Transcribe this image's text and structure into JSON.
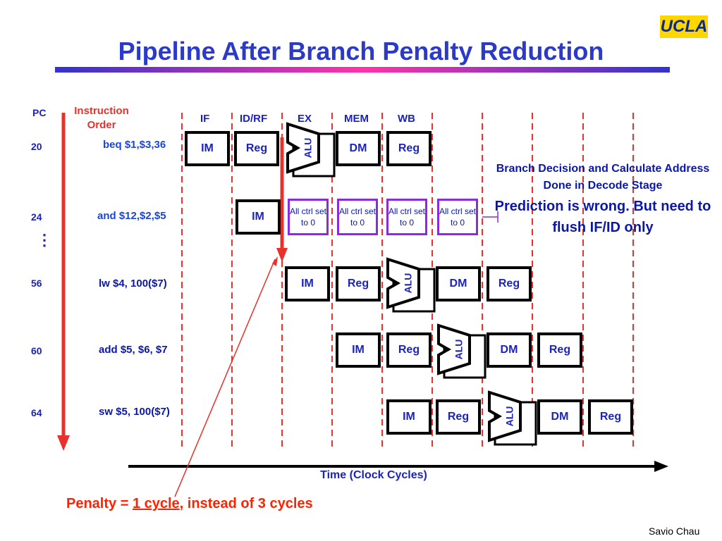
{
  "title": "Pipeline After Branch Penalty Reduction",
  "logo": "UCLA",
  "author": "Savio Chau",
  "pc_label": "PC",
  "instruction_order_label": "Instruction Order",
  "stages": [
    "IF",
    "ID/RF",
    "EX",
    "MEM",
    "WB"
  ],
  "rows": [
    {
      "pc": "20",
      "instr": "beq $1,$3,36"
    },
    {
      "pc": "24",
      "instr": "and $12,$2,$5"
    },
    {
      "pc": "56",
      "instr": "lw $4, 100($7)"
    },
    {
      "pc": "60",
      "instr": "add $5, $6, $7"
    },
    {
      "pc": "64",
      "instr": "sw $5, 100($7)"
    }
  ],
  "box_labels": {
    "im": "IM",
    "reg": "Reg",
    "alu": "ALU",
    "dm": "DM"
  },
  "ctrl_label": "All ctrl set to 0",
  "note_blue": "Branch Decision and Calculate Address Done in Decode Stage",
  "note_red": "Prediction is wrong. But need to flush IF/ID only",
  "penalty": {
    "prefix": "Penalty = ",
    "highlight": "1 cycle",
    "suffix": ", instead of 3 cycles"
  },
  "time_label": "Time (Clock Cycles)",
  "vdots": "⋮",
  "colors": {
    "title": "#2b3bc8",
    "stage_text": "#1b23b8",
    "red": "#e8312a",
    "ctrl_border": "#8a2be2",
    "logo_bg": "#ffd600"
  }
}
